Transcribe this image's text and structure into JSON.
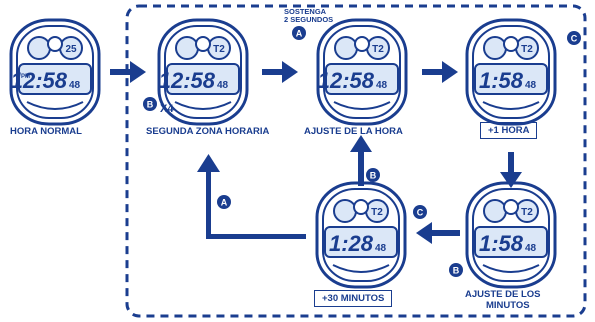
{
  "labels": {
    "normal": "HORA NORMAL",
    "second_zone": "SEGUNDA ZONA HORARIA",
    "hour_set": "AJUSTE DE LA HORA",
    "plus_one_hour": "+1 HORA",
    "minute_set_1": "AJUSTE DE LOS",
    "minute_set_2": "MINUTOS",
    "plus_thirty": "+30 MINUTOS",
    "hold_1": "SOSTENGA",
    "hold_2": "2 SEGUNDOS",
    "times_four": "X4"
  },
  "buttons": {
    "a": "A",
    "b": "B",
    "c": "C"
  },
  "watches": [
    {
      "id": "normal",
      "digits": "12:58",
      "seconds": "48",
      "top": "25",
      "ampm": "PM"
    },
    {
      "id": "second_zone",
      "digits": "12:58",
      "seconds": "48",
      "top": "T2"
    },
    {
      "id": "hour_set",
      "digits": "12:58",
      "seconds": "48",
      "top": "T2"
    },
    {
      "id": "plus_hour",
      "digits": "1:58",
      "seconds": "48",
      "top": "T2"
    },
    {
      "id": "minute_set",
      "digits": "1:58",
      "seconds": "48",
      "top": "T2"
    },
    {
      "id": "plus_thirty",
      "digits": "1:28",
      "seconds": "48",
      "top": "T2"
    }
  ],
  "colors": {
    "ink": "#1a3d8f",
    "panel": "#dbe7f7"
  }
}
